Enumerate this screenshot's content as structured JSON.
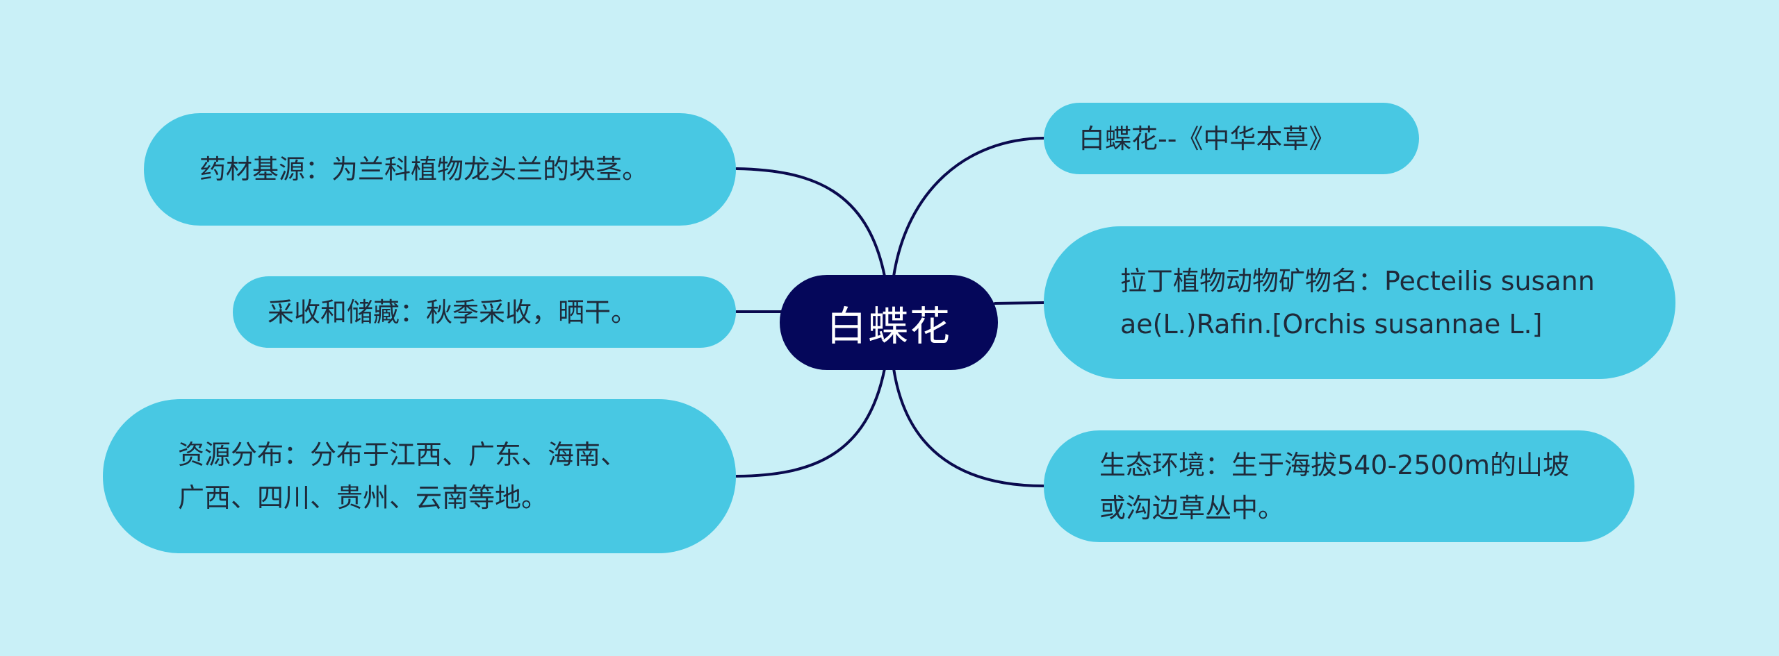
{
  "central_topic": "白蝶花",
  "colors": {
    "background": "#c9f0f7",
    "node_fill": "#48c8e3",
    "center_fill": "#05075a",
    "connector": "#0a0a4e",
    "node_text": "#1f2a3a",
    "center_text": "#ffffff"
  },
  "left_branches": [
    {
      "text": "药材基源：为兰科植物龙头兰的块茎。"
    },
    {
      "text": "采收和储藏：秋季采收，晒干。"
    },
    {
      "text": "资源分布：分布于江西、广东、海南、广西、四川、贵州、云南等地。"
    }
  ],
  "right_branches": [
    {
      "text": "白蝶花--《中华本草》"
    },
    {
      "text": "拉丁植物动物矿物名：Pecteilis susannae(L.)Rafin.[Orchis susannae L.]"
    },
    {
      "text": "生态环境：生于海拔540-2500m的山坡或沟边草丛中。"
    }
  ]
}
